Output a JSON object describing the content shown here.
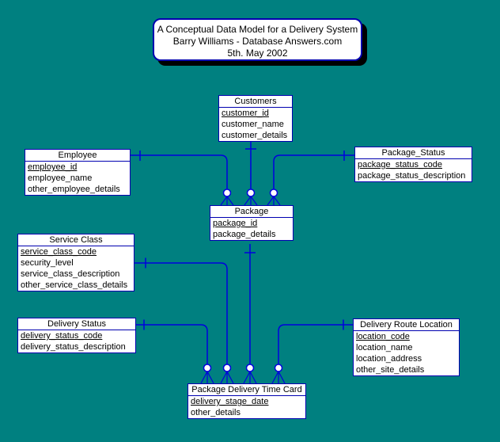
{
  "note": {
    "lines": [
      "A Conceptual Data Model for a Delivery System",
      "Barry Williams - Database Answers.com",
      "5th. May 2002"
    ]
  },
  "entities": [
    {
      "title": "Customers",
      "attributes": [
        {
          "name": "customer_id",
          "pk": true
        },
        {
          "name": "customer_name",
          "pk": false
        },
        {
          "name": "customer_details",
          "pk": false
        }
      ]
    },
    {
      "title": "Employee",
      "attributes": [
        {
          "name": "employee_id",
          "pk": true
        },
        {
          "name": "employee_name",
          "pk": false
        },
        {
          "name": "other_employee_details",
          "pk": false
        }
      ]
    },
    {
      "title": "Package_Status",
      "attributes": [
        {
          "name": "package_status_code",
          "pk": true
        },
        {
          "name": "package_status_description",
          "pk": false
        }
      ]
    },
    {
      "title": "Package",
      "attributes": [
        {
          "name": "package_id",
          "pk": true
        },
        {
          "name": "package_details",
          "pk": false
        }
      ]
    },
    {
      "title": "Service Class",
      "attributes": [
        {
          "name": "service_class_code",
          "pk": true
        },
        {
          "name": "security_level",
          "pk": false
        },
        {
          "name": "service_class_description",
          "pk": false
        },
        {
          "name": "other_service_class_details",
          "pk": false
        }
      ]
    },
    {
      "title": "Delivery Status",
      "attributes": [
        {
          "name": "delivery_status_code",
          "pk": true
        },
        {
          "name": "delivery_status_description",
          "pk": false
        }
      ]
    },
    {
      "title": "Delivery Route Location",
      "attributes": [
        {
          "name": "location_code",
          "pk": true
        },
        {
          "name": "location_name",
          "pk": false
        },
        {
          "name": "location_address",
          "pk": false
        },
        {
          "name": "other_site_details",
          "pk": false
        }
      ]
    },
    {
      "title": "Package Delivery Time Card",
      "attributes": [
        {
          "name": "delivery_stage_date",
          "pk": true
        },
        {
          "name": "other_details",
          "pk": false
        }
      ]
    }
  ],
  "relationships": [
    {
      "from": "Employee",
      "to": "Package",
      "type": "one-to-zero-or-many"
    },
    {
      "from": "Customers",
      "to": "Package",
      "type": "one-to-zero-or-many"
    },
    {
      "from": "Package_Status",
      "to": "Package",
      "type": "one-to-zero-or-many"
    },
    {
      "from": "Package",
      "to": "Package Delivery Time Card",
      "type": "one-to-zero-or-many"
    },
    {
      "from": "Service Class",
      "to": "Package Delivery Time Card",
      "type": "one-to-zero-or-many"
    },
    {
      "from": "Delivery Status",
      "to": "Package Delivery Time Card",
      "type": "one-to-zero-or-many"
    },
    {
      "from": "Delivery Route Location",
      "to": "Package Delivery Time Card",
      "type": "one-to-zero-or-many"
    }
  ],
  "colors": {
    "background": "#008080",
    "wire": "#0000dd",
    "entity_border": "#0000b0",
    "entity_fill": "#ffffff",
    "note_shadow": "#000000"
  }
}
